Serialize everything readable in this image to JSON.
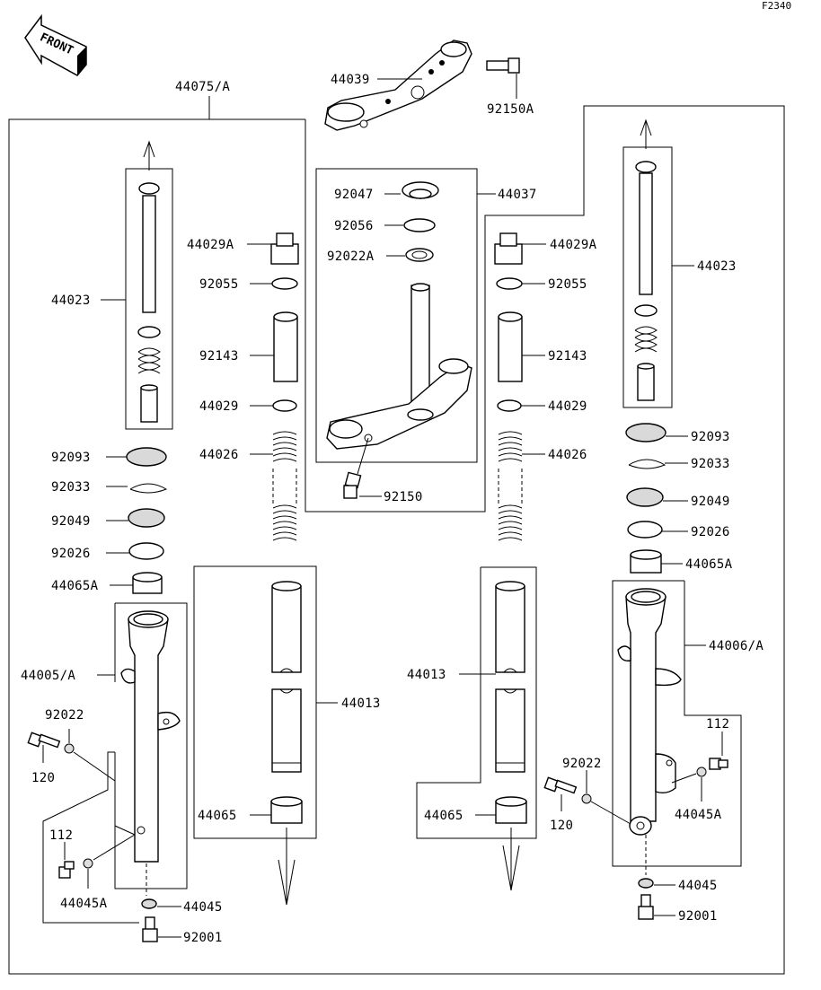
{
  "figure_code": "F2340",
  "front_label": "FRONT",
  "labels": {
    "l44075": "44075/A",
    "l44039": "44039",
    "l92150A": "92150A",
    "l92047": "92047",
    "l92056": "92056",
    "l92022A": "92022A",
    "l44037": "44037",
    "l92150": "92150",
    "lL44023": "44023",
    "lR44023": "44023",
    "lL44029A": "44029A",
    "lR44029A": "44029A",
    "lL92055": "92055",
    "lR92055": "92055",
    "lL92143": "92143",
    "lR92143": "92143",
    "lL44029": "44029",
    "lR44029": "44029",
    "lL44026": "44026",
    "lR44026": "44026",
    "lL92093": "92093",
    "lR92093": "92093",
    "lL92033": "92033",
    "lR92033": "92033",
    "lL92049": "92049",
    "lR92049": "92049",
    "lL92026": "92026",
    "lR92026": "92026",
    "lL44065A": "44065A",
    "lR44065A": "44065A",
    "lL44005": "44005/A",
    "lR44006": "44006/A",
    "lL92022": "92022",
    "lR92022": "92022",
    "lL120": "120",
    "lR120": "120",
    "lL112": "112",
    "lR112": "112",
    "lL44045A": "44045A",
    "lR44045A": "44045A",
    "lL44045": "44045",
    "lR44045": "44045",
    "lL92001": "92001",
    "lR92001": "92001",
    "lL44013": "44013",
    "lR44013": "44013",
    "lL44065": "44065",
    "lR44065": "44065"
  }
}
